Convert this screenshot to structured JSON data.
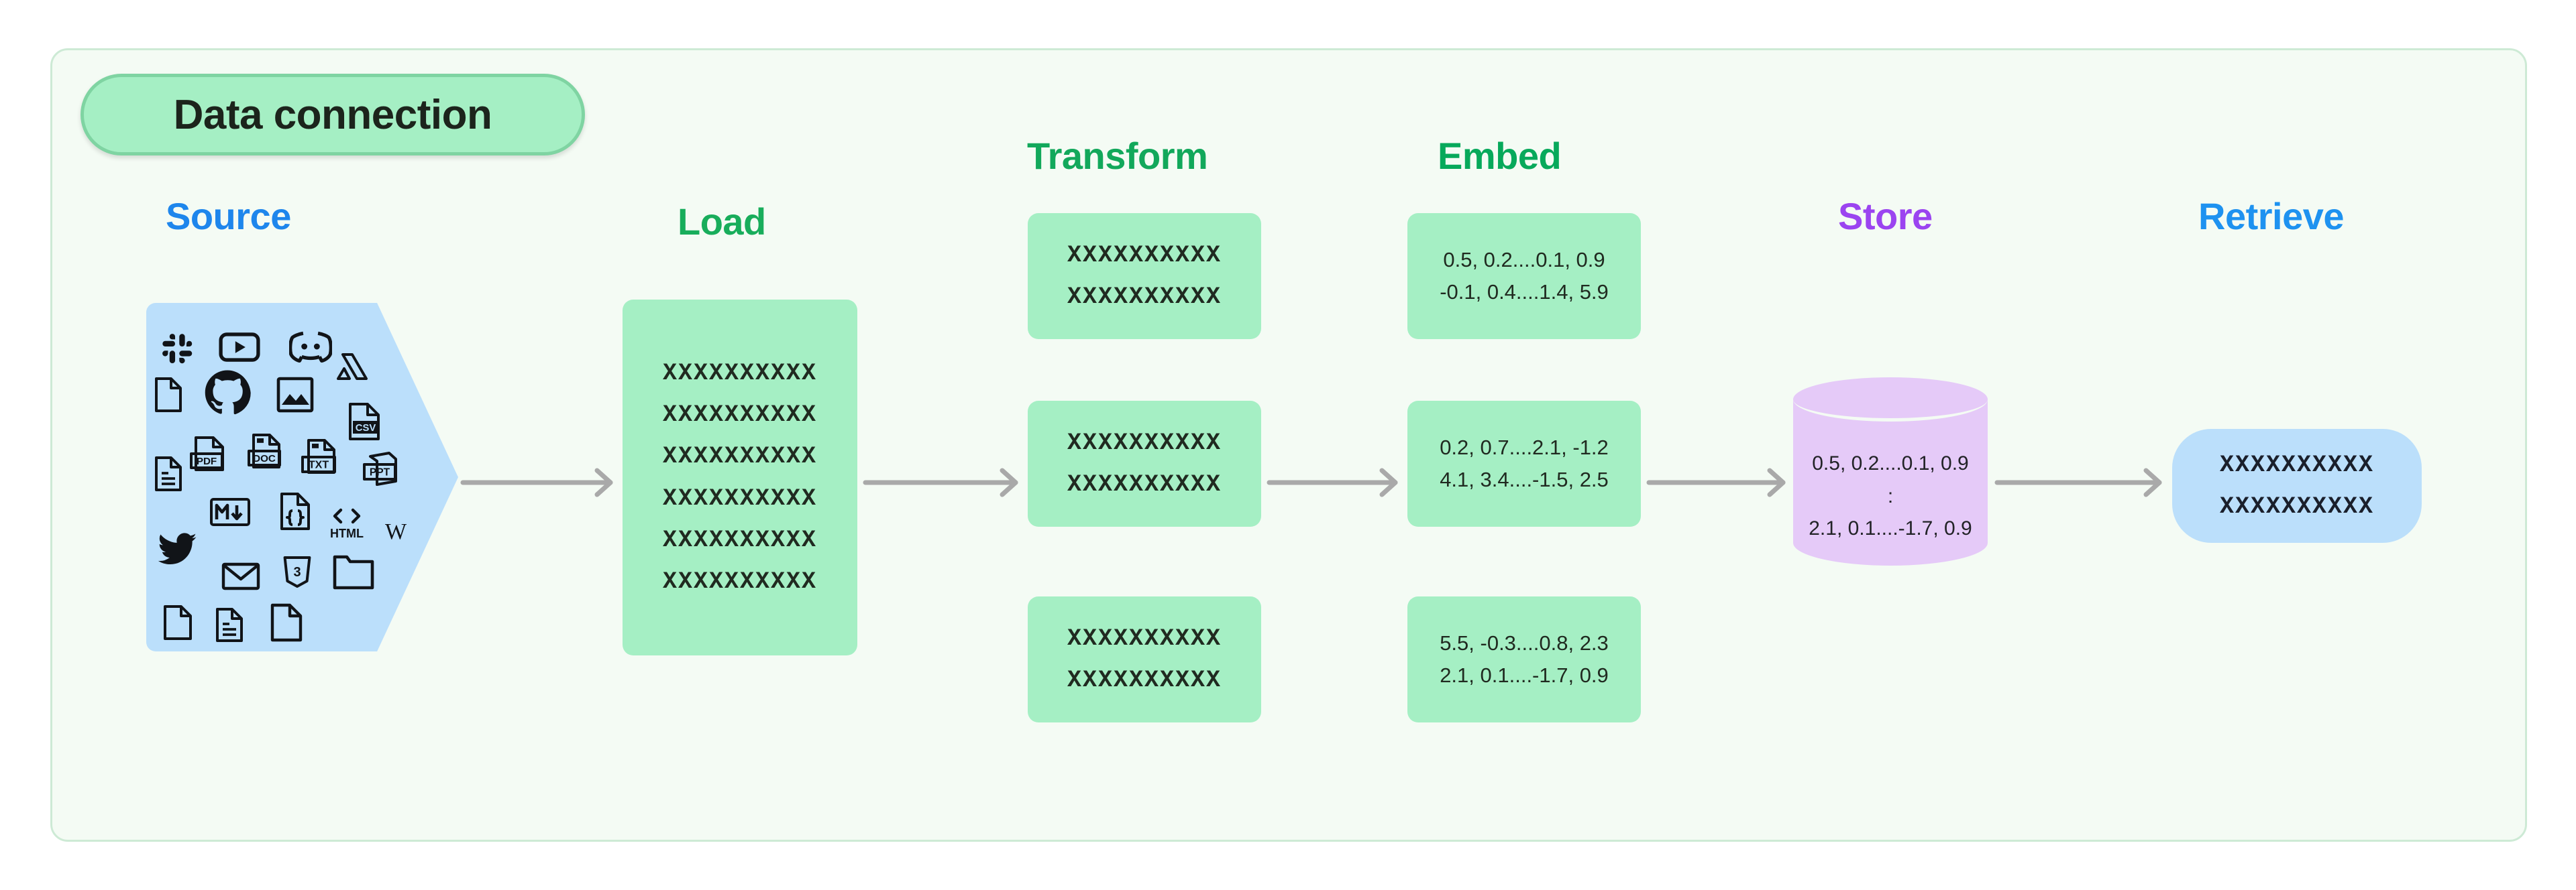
{
  "title": {
    "text": "Data connection"
  },
  "colors": {
    "panel_bg": "#f4fbf4",
    "panel_border": "#cdead5",
    "green_card": "#a5efc4",
    "blue_card": "#bbdffb",
    "purple_cylinder": "#e5caf8",
    "arrow": "#a9a9a9",
    "source_label": "#1e86ec",
    "load_label": "#18ad5b",
    "transform_label": "#12a85b",
    "embed_label": "#07a95b",
    "store_label": "#9b44f0",
    "retrieve_label": "#1e92f0"
  },
  "stages": {
    "source": {
      "label": "Source"
    },
    "load": {
      "label": "Load"
    },
    "transform": {
      "label": "Transform"
    },
    "embed": {
      "label": "Embed"
    },
    "store": {
      "label": "Store"
    },
    "retrieve": {
      "label": "Retrieve"
    }
  },
  "source_icons": [
    "slack-icon",
    "youtube-icon",
    "discord-icon",
    "file-blank-icon",
    "github-icon",
    "image-icon",
    "google-drive-icon",
    "file-csv-icon",
    "file-lines-icon",
    "file-pdf-icon",
    "file-doc-icon",
    "file-txt-icon",
    "file-ppt-icon",
    "markdown-icon",
    "file-json-icon",
    "html-icon",
    "wikipedia-icon",
    "twitter-icon",
    "email-icon",
    "css3-icon",
    "folder-icon",
    "file-blank-2-icon",
    "file-lines-2-icon",
    "file-blank-3-icon"
  ],
  "load_box": {
    "lines": [
      "XXXXXXXXXX",
      "XXXXXXXXXX",
      "XXXXXXXXXX",
      "XXXXXXXXXX",
      "XXXXXXXXXX",
      "XXXXXXXXXX"
    ]
  },
  "transform_boxes": [
    {
      "lines": [
        "XXXXXXXXXX",
        "XXXXXXXXXX"
      ]
    },
    {
      "lines": [
        "XXXXXXXXXX",
        "XXXXXXXXXX"
      ]
    },
    {
      "lines": [
        "XXXXXXXXXX",
        "XXXXXXXXXX"
      ]
    }
  ],
  "embed_boxes": [
    {
      "lines": [
        "0.5, 0.2....0.1, 0.9",
        "-0.1, 0.4....1.4, 5.9"
      ]
    },
    {
      "lines": [
        "0.2, 0.7....2.1, -1.2",
        "4.1, 3.4....-1.5, 2.5"
      ]
    },
    {
      "lines": [
        "5.5, -0.3....0.8, 2.3",
        "2.1, 0.1....-1.7, 0.9"
      ]
    }
  ],
  "store_cylinder": {
    "lines": [
      "0.5, 0.2....0.1, 0.9",
      ":",
      "2.1, 0.1....-1.7, 0.9"
    ]
  },
  "retrieve_box": {
    "lines": [
      "XXXXXXXXXX",
      "XXXXXXXXXX"
    ]
  },
  "arrows": [
    {
      "name": "arrow-source-to-load"
    },
    {
      "name": "arrow-load-to-transform"
    },
    {
      "name": "arrow-transform-to-embed"
    },
    {
      "name": "arrow-embed-to-store"
    },
    {
      "name": "arrow-store-to-retrieve"
    }
  ]
}
